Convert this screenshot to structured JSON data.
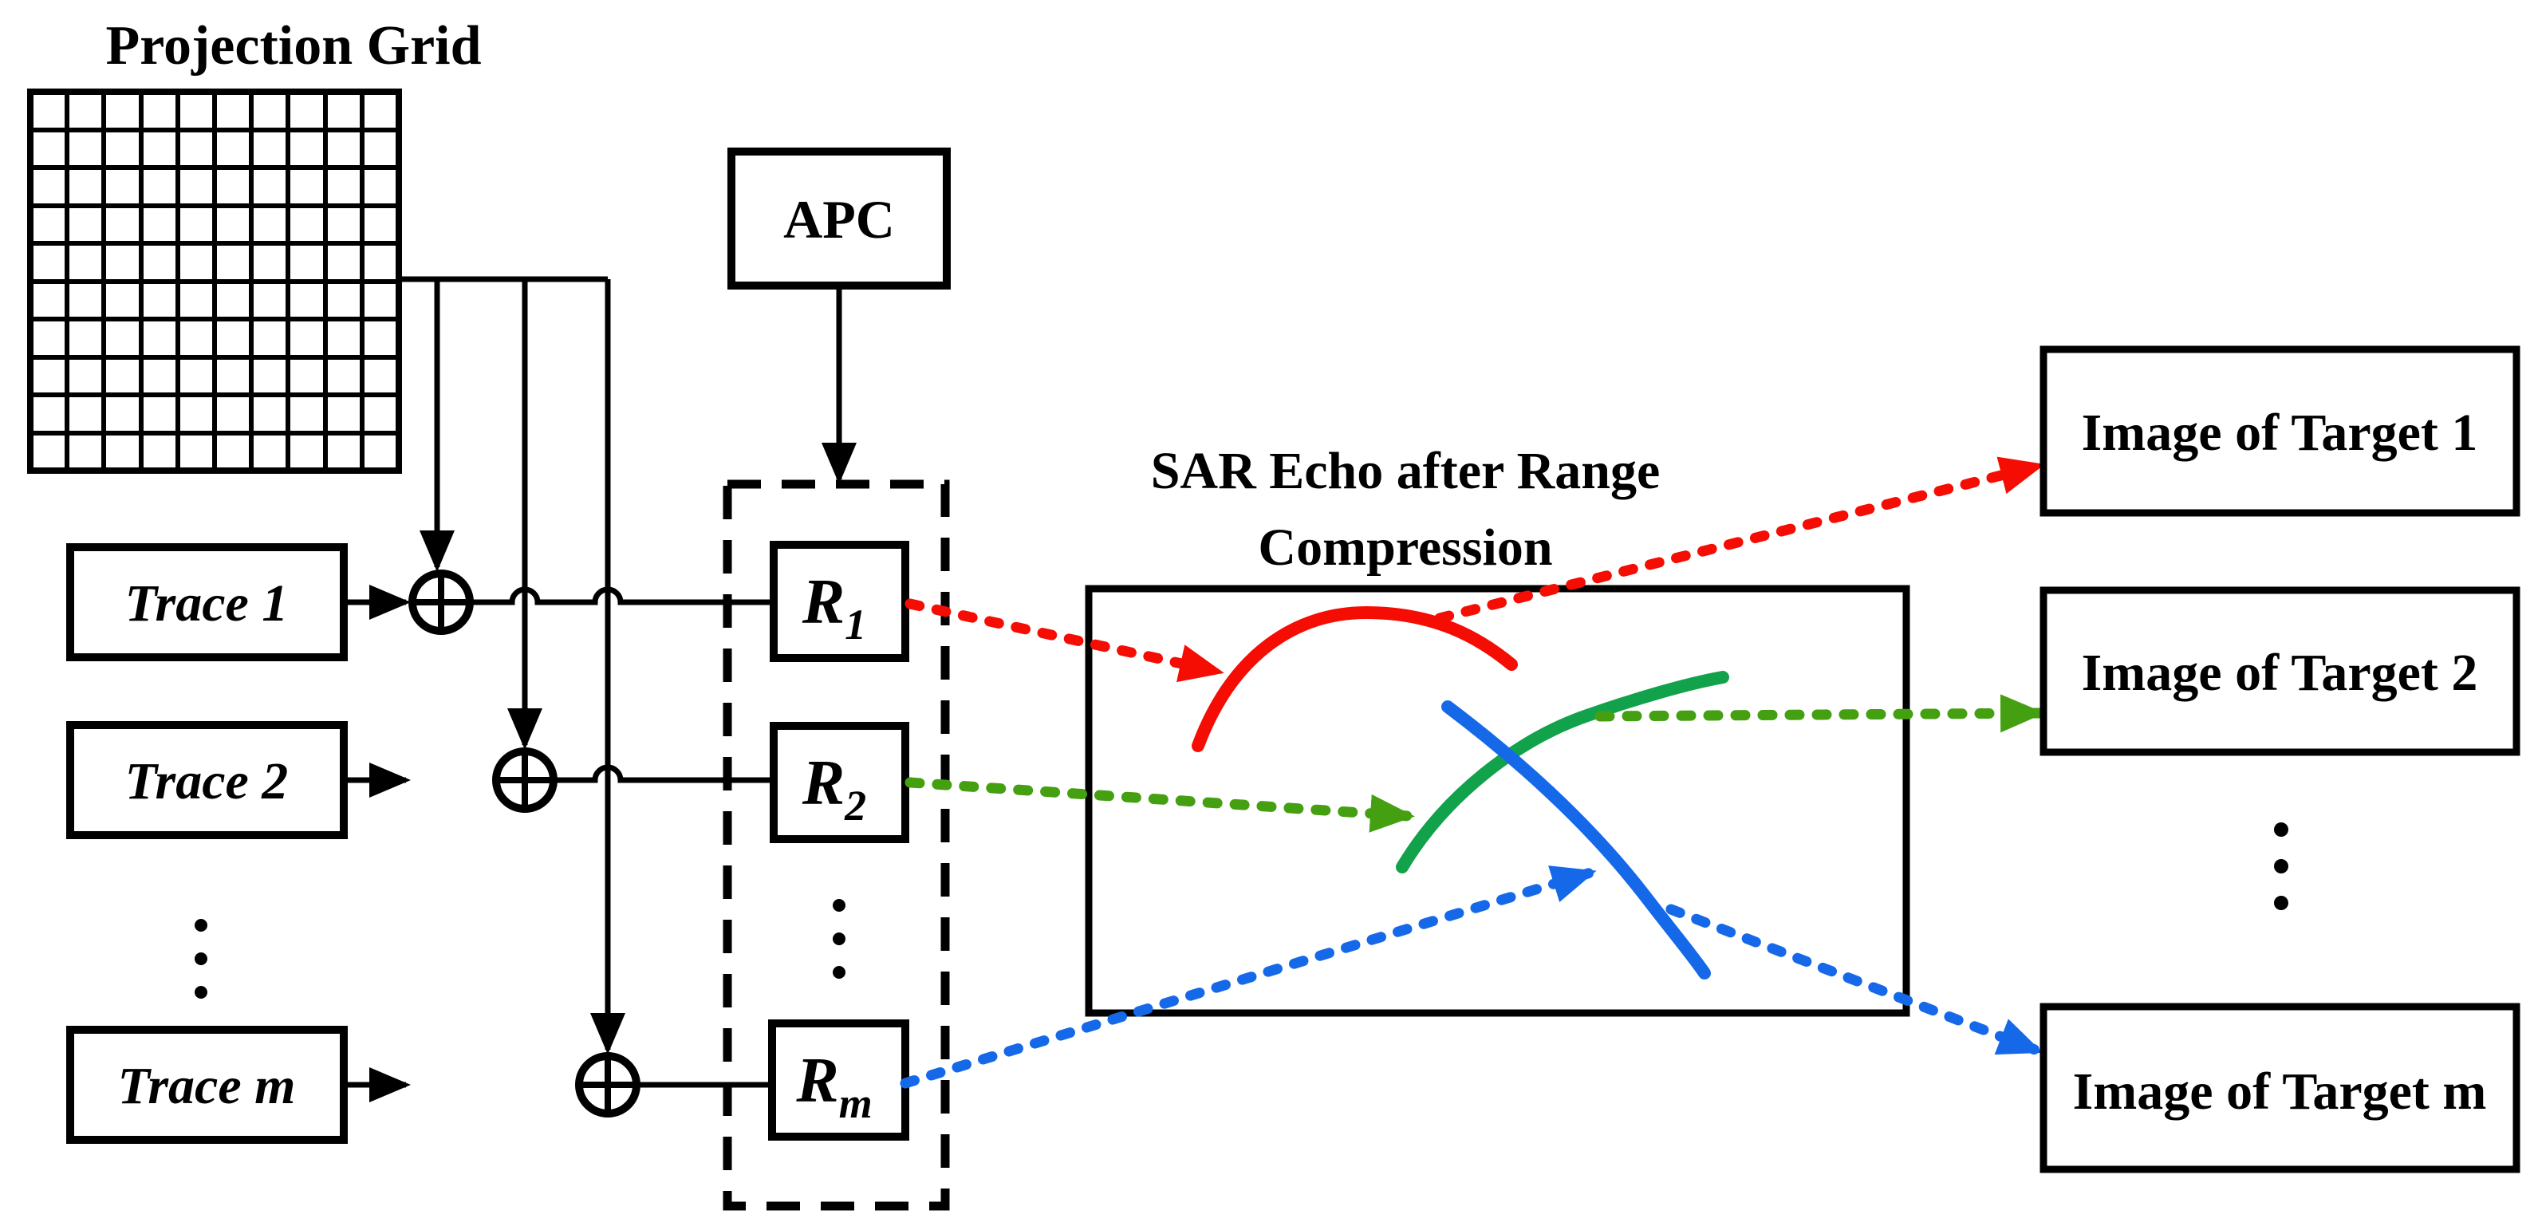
{
  "colors": {
    "black": "#000000",
    "red": "#F50D04",
    "green": "#44A011",
    "green_curve": "#12A24B",
    "blue": "#1569E8"
  },
  "projection_grid": {
    "title": "Projection Grid"
  },
  "apc": {
    "label": "APC"
  },
  "traces": [
    {
      "label": "Trace 1"
    },
    {
      "label": "Trace 2"
    },
    {
      "label": "Trace m"
    }
  ],
  "registers": [
    {
      "base": "R",
      "sub": "1"
    },
    {
      "base": "R",
      "sub": "2"
    },
    {
      "base": "R",
      "sub": "m"
    }
  ],
  "sar_echo": {
    "title_line1": "SAR Echo after Range",
    "title_line2": "Compression"
  },
  "targets": [
    {
      "label": "Image of Target 1"
    },
    {
      "label": "Image of Target 2"
    },
    {
      "label": "Image of Target m"
    }
  ],
  "ellipsis": "⋮"
}
